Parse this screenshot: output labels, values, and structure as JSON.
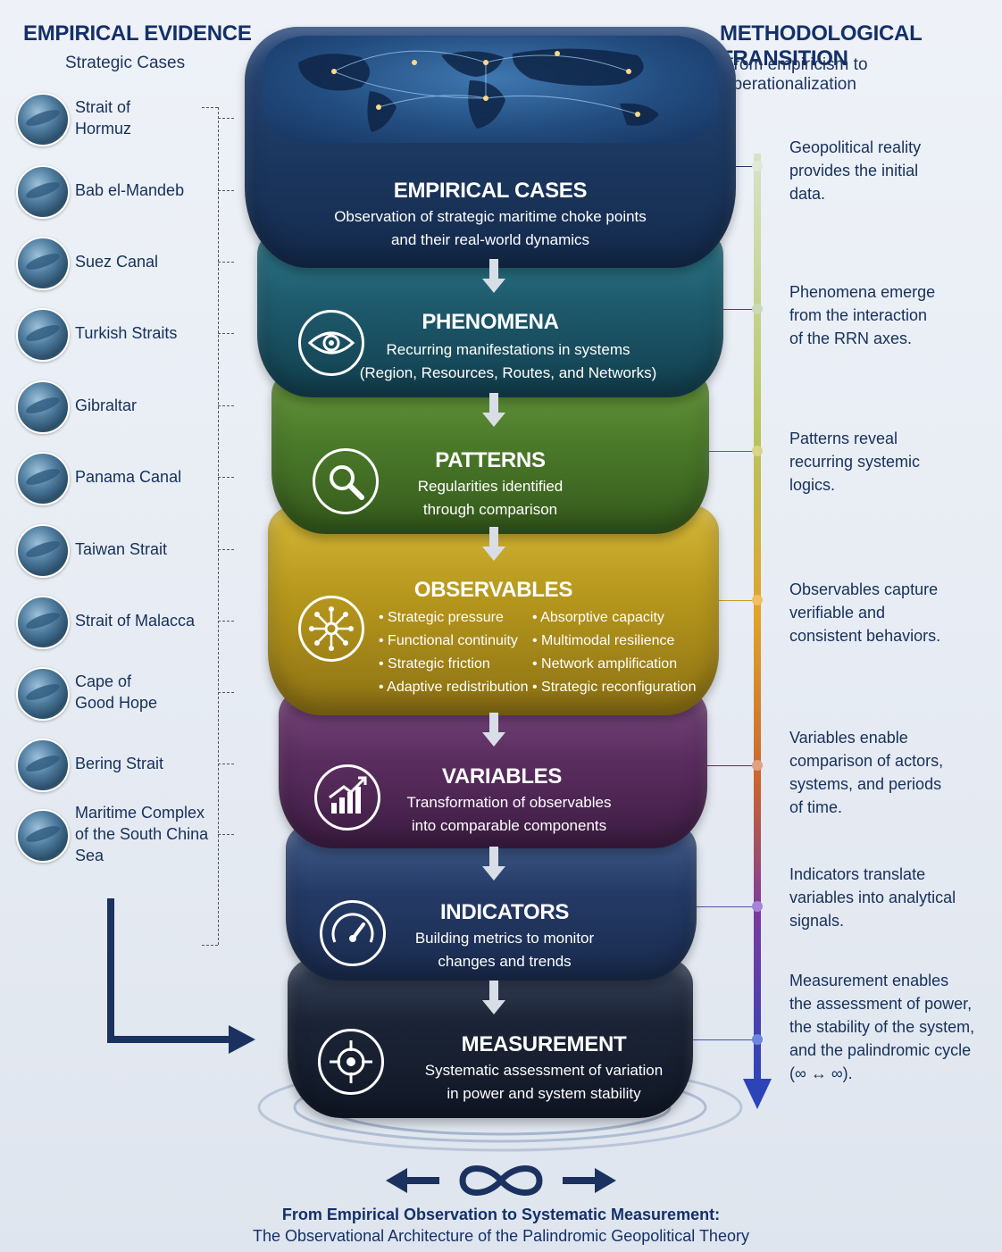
{
  "left_header": {
    "title": "EMPIRICAL EVIDENCE",
    "subtitle": "Strategic Cases"
  },
  "right_header": {
    "title": "METHODOLOGICAL TRANSITION",
    "subtitle": "From empiricism to operationalization"
  },
  "cases": [
    "Strait of\nHormuz",
    "Bab el-Mandeb",
    "Suez Canal",
    "Turkish Straits",
    "Gibraltar",
    "Panama Canal",
    "Taiwan Strait",
    "Strait of Malacca",
    "Cape of\nGood Hope",
    "Bering Strait",
    "Maritime Complex\nof the South China Sea"
  ],
  "tiers": {
    "empirical": {
      "title": "EMPIRICAL CASES",
      "desc1": "Observation of strategic maritime choke points",
      "desc2": "and their real-world dynamics"
    },
    "phenomena": {
      "title": "PHENOMENA",
      "desc1": "Recurring manifestations in systems",
      "desc2": "(Region, Resources, Routes, and Networks)"
    },
    "patterns": {
      "title": "PATTERNS",
      "desc1": "Regularities identified",
      "desc2": "through comparison"
    },
    "observables": {
      "title": "OBSERVABLES",
      "left": [
        "• Strategic pressure",
        "• Functional continuity",
        "• Strategic friction",
        "• Adaptive redistribution"
      ],
      "right": [
        "• Absorptive capacity",
        "• Multimodal resilience",
        "• Network amplification",
        "• Strategic reconfiguration"
      ]
    },
    "variables": {
      "title": "VARIABLES",
      "desc1": "Transformation of observables",
      "desc2": "into comparable components"
    },
    "indicators": {
      "title": "INDICATORS",
      "desc1": "Building metrics to monitor",
      "desc2": "changes and trends"
    },
    "measurement": {
      "title": "MEASUREMENT",
      "desc1": "Systematic assessment of variation",
      "desc2": "in power and system stability"
    }
  },
  "transitions": [
    "Geopolitical reality\nprovides the initial\ndata.",
    "Phenomena emerge\nfrom the interaction\nof the RRN axes.",
    "Patterns reveal\nrecurring systemic\nlogics.",
    "Observables capture\nverifiable and\nconsistent behaviors.",
    "Variables enable\ncomparison of actors,\nsystems, and periods\nof time.",
    "Indicators translate\nvariables into analytical\nsignals.",
    "Measurement enables\nthe assessment of power,\nthe stability of the system,\nand the palindromic cycle\n(∞ ↔ ∞)."
  ],
  "footer": {
    "line1": "From Empirical Observation to Systematic Measurement:",
    "line2": "The Observational Architecture of the Palindromic Geopolitical Theory"
  },
  "colors": {
    "empirical": "#1d3a63",
    "phenomena": "#1e5a6c",
    "patterns": "#4b7a2a",
    "observables": "#b5961c",
    "variables": "#5a2d5f",
    "indicators": "#243a66",
    "measurement": "#1b2436",
    "heading": "#14306a"
  }
}
